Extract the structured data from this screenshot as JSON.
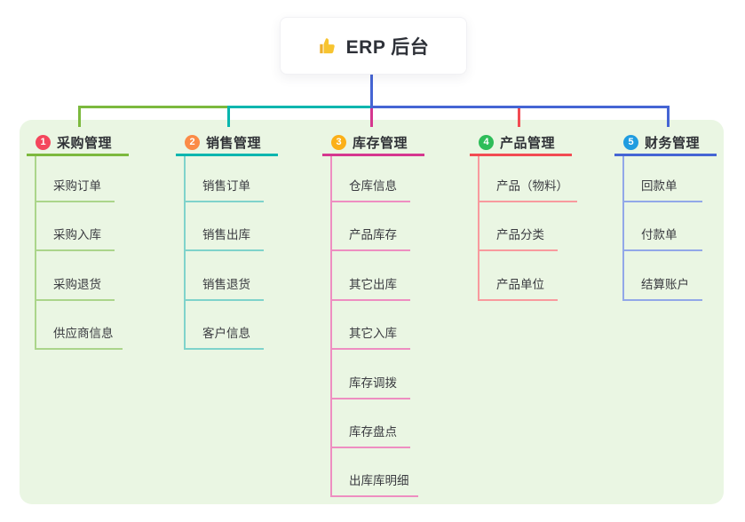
{
  "root": {
    "title": "ERP 后台",
    "icon": "thumbs-up-icon",
    "icon_color": "#f7c430",
    "line_color": "#4565d4"
  },
  "colors": {
    "panel_bg": "#eaf6e3",
    "title_text": "#2f3136",
    "child_text": "#3a3b40"
  },
  "branches": [
    {
      "index": "1",
      "label": "采购管理",
      "badge_color": "#f4465c",
      "line_color": "#7cb93e",
      "child_line_color": "#abd58b",
      "children": [
        "采购订单",
        "采购入库",
        "采购退货",
        "供应商信息"
      ]
    },
    {
      "index": "2",
      "label": "销售管理",
      "badge_color": "#fb8b47",
      "line_color": "#05b6ae",
      "child_line_color": "#7fd3cb",
      "children": [
        "销售订单",
        "销售出库",
        "销售退货",
        "客户信息"
      ]
    },
    {
      "index": "3",
      "label": "库存管理",
      "badge_color": "#fbb018",
      "line_color": "#d5378f",
      "child_line_color": "#ee8ec1",
      "children": [
        "仓库信息",
        "产品库存",
        "其它出库",
        "其它入库",
        "库存调拨",
        "库存盘点",
        "出库库明细"
      ]
    },
    {
      "index": "4",
      "label": "产品管理",
      "badge_color": "#2ebd59",
      "line_color": "#f24b52",
      "child_line_color": "#f89a9e",
      "children": [
        "产品（物料）",
        "产品分类",
        "产品单位"
      ]
    },
    {
      "index": "5",
      "label": "财务管理",
      "badge_color": "#209ce0",
      "line_color": "#4565d4",
      "child_line_color": "#92a8e8",
      "children": [
        "回款单",
        "付款单",
        "结算账户"
      ]
    }
  ]
}
